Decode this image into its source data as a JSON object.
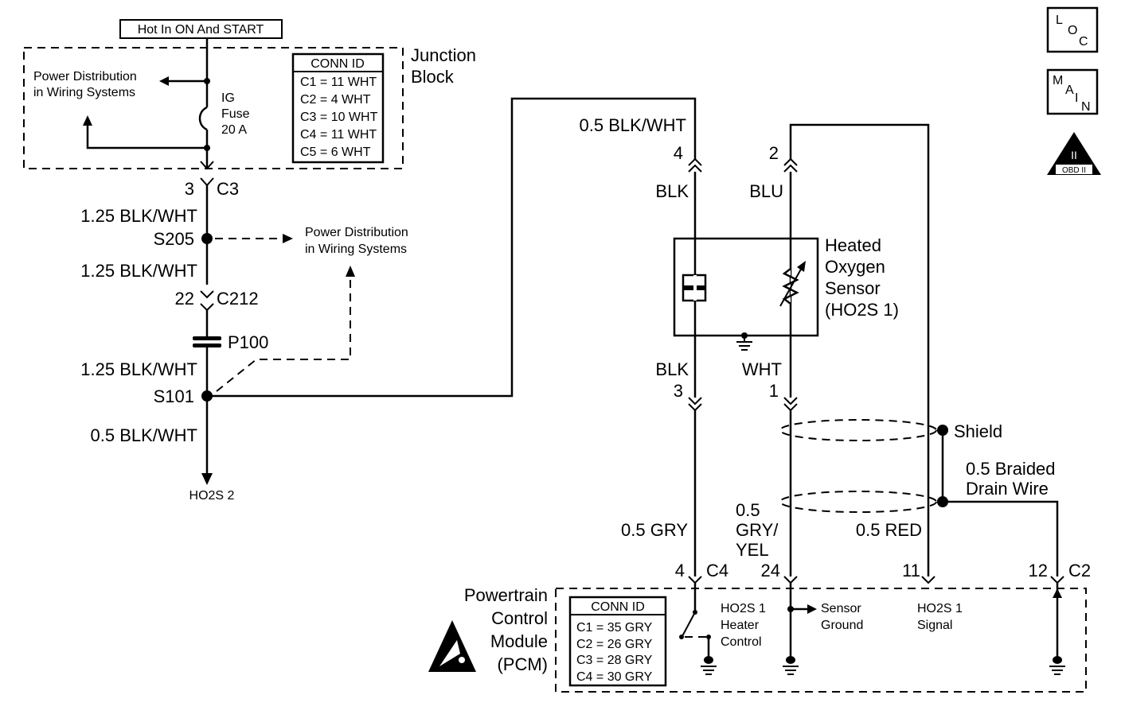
{
  "power_source_label": "Hot In ON And START",
  "junction_block": {
    "label_line1": "Junction",
    "label_line2": "Block",
    "power_dist_line1": "Power Distribution",
    "power_dist_line2": "in Wiring Systems",
    "fuse_line1": "IG",
    "fuse_line2": "Fuse",
    "fuse_line3": "20 A",
    "conn_id_title": "CONN ID",
    "conn_ids": [
      "C1 = 11 WHT",
      "C2 = 4 WHT",
      "C3 = 10 WHT",
      "C4 = 11 WHT",
      "C5 = 6 WHT"
    ]
  },
  "left_circuit": {
    "c3_pin": "3",
    "c3_label": "C3",
    "wire1": "1.25 BLK/WHT",
    "s205": "S205",
    "power_dist_line1": "Power Distribution",
    "power_dist_line2": "in Wiring Systems",
    "wire2": "1.25 BLK/WHT",
    "c212_pin": "22",
    "c212_label": "C212",
    "p100": "P100",
    "wire3": "1.25 BLK/WHT",
    "s101": "S101",
    "wire4": "0.5 BLK/WHT",
    "ho2s2": "HO2S 2"
  },
  "sensor": {
    "wire_top": "0.5 BLK/WHT",
    "pin4": "4",
    "pin2": "2",
    "blk_top": "BLK",
    "blu": "BLU",
    "name_line1": "Heated",
    "name_line2": "Oxygen",
    "name_line3": "Sensor",
    "name_line4": "(HO2S 1)",
    "blk_bottom": "BLK",
    "wht": "WHT",
    "pin3": "3",
    "pin1": "1",
    "shield": "Shield",
    "drain_line1": "0.5 Braided",
    "drain_line2": "Drain Wire",
    "gry": "0.5 GRY",
    "gry_yel_line1": "0.5",
    "gry_yel_line2": "GRY/",
    "gry_yel_line3": "YEL",
    "red": "0.5 RED"
  },
  "pcm": {
    "pin4": "4",
    "c4": "C4",
    "pin24": "24",
    "pin11": "11",
    "pin12": "12",
    "c2": "C2",
    "name_line1": "Powertrain",
    "name_line2": "Control",
    "name_line3": "Module",
    "name_line4": "(PCM)",
    "conn_id_title": "CONN ID",
    "conn_ids": [
      "C1 = 35 GRY",
      "C2 = 26 GRY",
      "C3 = 28 GRY",
      "C4 = 30 GRY"
    ],
    "heater_line1": "HO2S 1",
    "heater_line2": "Heater",
    "heater_line3": "Control",
    "ground_line1": "Sensor",
    "ground_line2": "Ground",
    "signal_line1": "HO2S 1",
    "signal_line2": "Signal"
  },
  "icons": {
    "loc_letters": [
      "L",
      "O",
      "C"
    ],
    "main_letters": [
      "M",
      "A",
      "I",
      "N"
    ],
    "obd_roman": "II",
    "obd_text": "OBD II"
  }
}
